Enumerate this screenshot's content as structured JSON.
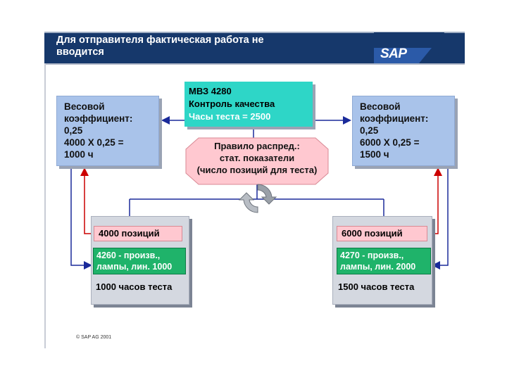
{
  "header": {
    "title_line1": "Для отправителя фактическая работа не",
    "title_line2": "вводится",
    "logo": "SAP"
  },
  "weight_left": {
    "lines": [
      "Весовой",
      "коэффициент:",
      "0,25",
      "4000 X 0,25 =",
      "1000 ч"
    ]
  },
  "weight_right": {
    "lines": [
      "Весовой",
      "коэффициент:",
      "0,25",
      "6000 X 0,25 =",
      "1500 ч"
    ]
  },
  "mvz": {
    "lines": [
      "МВЗ 4280",
      "Контроль качества",
      "Часы теста = 2500"
    ]
  },
  "rule": {
    "lines": [
      "Правило распред.:",
      "стат. показатели",
      "(число позиций для теста)"
    ]
  },
  "left_center": {
    "positions": "4000 позиций",
    "name_line1": "4260 - произв.,",
    "name_line2": "лампы, лин. 1000",
    "hours": "1000 часов теста"
  },
  "right_center": {
    "positions": "6000 позиций",
    "name_line1": "4270 - произв.,",
    "name_line2": "лампы, лин. 2000",
    "hours": "1500 часов теста"
  },
  "footer": {
    "copyright": "© SAP AG 2001"
  },
  "colors": {
    "header": "#16386b",
    "weight_box": "#a9c3ea",
    "mvz_box": "#2ed6c7",
    "rule_octagon": "#ffc8d0",
    "green_tag": "#1fb36a",
    "arrow_red": "#cc0000",
    "arrow_blue": "#1a2a9a"
  },
  "icons": {
    "cycle": "circular-arrows-icon"
  }
}
